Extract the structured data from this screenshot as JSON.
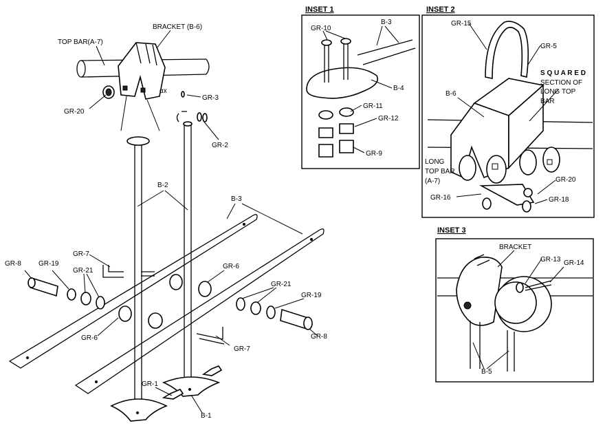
{
  "labels": {
    "top_bar": "TOP BAR(A-7)",
    "bracket_b6": "BRACKET (B-6)",
    "gr20_main": "GR-20",
    "gr3": "GR-3",
    "gr2": "GR-2",
    "b2": "B-2",
    "b3_main": "B-3",
    "gr7_left": "GR-7",
    "gr7_right": "GR-7",
    "gr8_left": "GR-8",
    "gr8_right": "GR-8",
    "gr19_left": "GR-19",
    "gr19_right": "GR-19",
    "gr21_left": "GR-21",
    "gr21_right": "GR-21",
    "gr6_left": "GR-6",
    "gr6_right": "GR-6",
    "gr1": "GR-1",
    "b1": "B-1"
  },
  "inset1": {
    "title": "INSET 1",
    "gr10": "GR-10",
    "b3": "B-3",
    "b4": "B-4",
    "gr11": "GR-11",
    "gr12": "GR-12",
    "gr9": "GR-9"
  },
  "inset2": {
    "title": "INSET 2",
    "gr15": "GR-15",
    "gr5": "GR-5",
    "squared_1": "S Q U A R E D",
    "squared_2": "SECTION OF",
    "squared_3": "LONG   TOP",
    "squared_4": "BAR",
    "b6": "B-6",
    "long_1": "LONG",
    "long_2": "TOP BAR",
    "long_3": "(A-7)",
    "gr16": "GR-16",
    "gr20": "GR-20",
    "gr18": "GR-18"
  },
  "inset3": {
    "title": "INSET 3",
    "bracket": "BRACKET",
    "gr13": "GR-13",
    "gr14": "GR-14",
    "b5": "B-5"
  }
}
